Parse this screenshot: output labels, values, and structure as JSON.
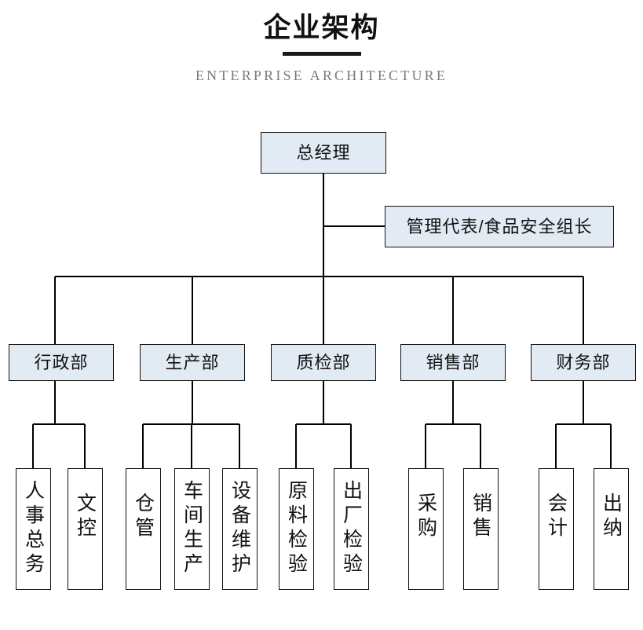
{
  "header": {
    "title_cn": "企业架构",
    "title_en": "ENTERPRISE ARCHITECTURE"
  },
  "colors": {
    "node_fill": "#e2ebf3",
    "node_border": "#111111",
    "leaf_fill": "#ffffff",
    "line": "#000000",
    "title_cn_color": "#111111",
    "title_en_color": "#7a7a7a"
  },
  "chart_data": {
    "type": "diagram",
    "diagram_type": "org-chart",
    "title": "企业架构",
    "subtitle": "ENTERPRISE ARCHITECTURE",
    "orientation": "top-down",
    "levels": 3
  },
  "org": {
    "root": {
      "id": "gm",
      "label": "总经理"
    },
    "staff": {
      "id": "mgmt-rep",
      "label": "管理代表/食品安全组长",
      "attached_to": "gm"
    },
    "departments": [
      {
        "id": "admin",
        "label": "行政部",
        "children": [
          {
            "id": "hr-affairs",
            "label": "人事总务"
          },
          {
            "id": "doc-control",
            "label": "文控"
          }
        ]
      },
      {
        "id": "production",
        "label": "生产部",
        "children": [
          {
            "id": "warehouse",
            "label": "仓管"
          },
          {
            "id": "workshop-production",
            "label": "车间生产"
          },
          {
            "id": "equipment-maintenance",
            "label": "设备维护"
          }
        ]
      },
      {
        "id": "quality",
        "label": "质检部",
        "children": [
          {
            "id": "raw-material-inspection",
            "label": "原料检验"
          },
          {
            "id": "factory-inspection",
            "label": "出厂检验"
          }
        ]
      },
      {
        "id": "sales",
        "label": "销售部",
        "children": [
          {
            "id": "procurement",
            "label": "采购"
          },
          {
            "id": "selling",
            "label": "销售"
          }
        ]
      },
      {
        "id": "finance",
        "label": "财务部",
        "children": [
          {
            "id": "accounting",
            "label": "会计"
          },
          {
            "id": "cashier",
            "label": "出纳"
          }
        ]
      }
    ]
  }
}
